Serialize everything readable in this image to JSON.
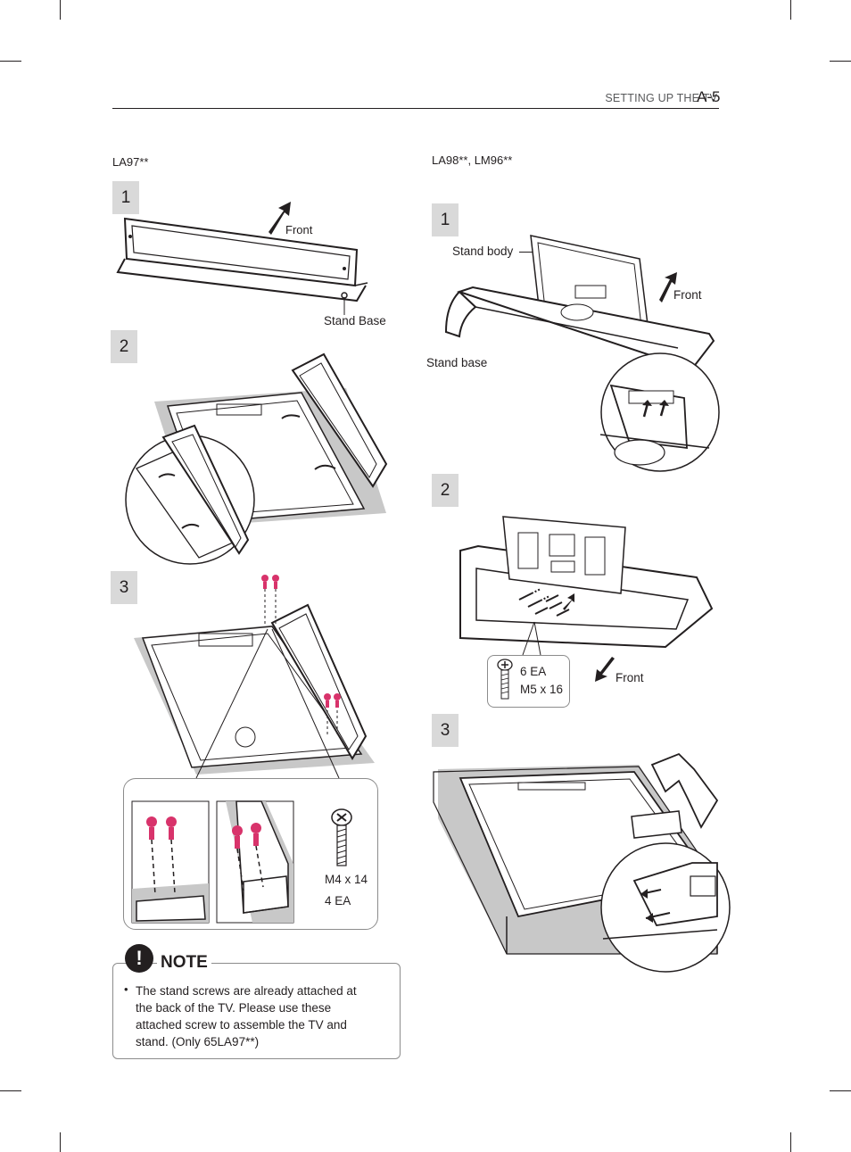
{
  "header": {
    "section": "SETTING UP THE TV",
    "page": "A-5"
  },
  "left": {
    "model": "LA97**",
    "steps": [
      "1",
      "2",
      "3"
    ],
    "front_label": "Front",
    "stand_base_label": "Stand Base",
    "screw_spec": "M4 x 14",
    "screw_count": "4 EA"
  },
  "right": {
    "model": "LA98**, LM96**",
    "steps": [
      "1",
      "2",
      "3"
    ],
    "stand_body_label": "Stand body",
    "stand_base_label": "Stand base",
    "front_label_1": "Front",
    "front_label_2": "Front",
    "screw_count": "6 EA",
    "screw_spec": "M5 x 16"
  },
  "note": {
    "icon": "!",
    "title": "NOTE",
    "bullet": "•",
    "text": "The stand screws are already attached at the back of the TV. Please use these attached screw to assemble the TV and stand. (Only 65LA97**)"
  },
  "colors": {
    "screw_accent": "#d8336b",
    "step_bg": "#d9d9d9",
    "gray_fill": "#c8c8c8"
  }
}
